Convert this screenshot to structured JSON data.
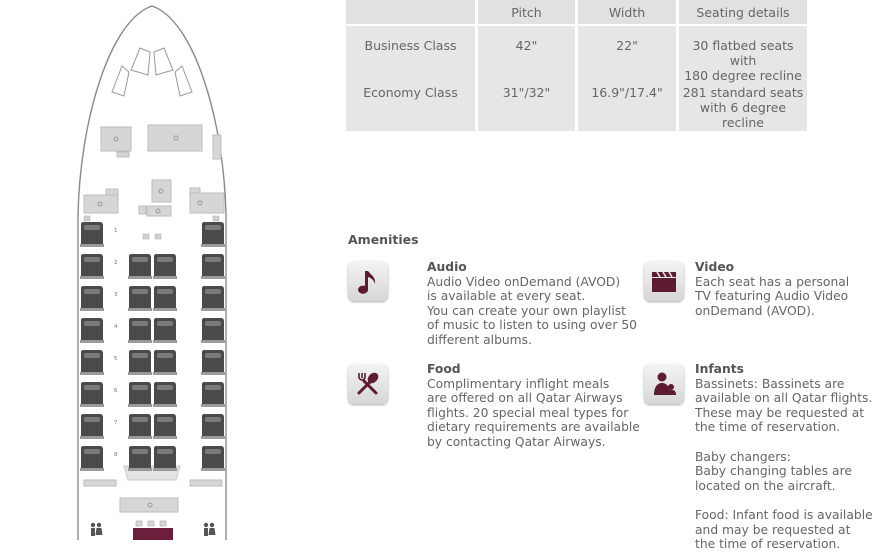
{
  "table": {
    "headers": [
      "",
      "Pitch",
      "Width",
      "Seating details"
    ],
    "rows": [
      {
        "class": "Business Class",
        "pitch": "42\"",
        "width": "22\"",
        "details": [
          "30 flatbed seats with",
          "180 degree recline"
        ]
      },
      {
        "class": "Economy Class",
        "pitch": "31\"/32\"",
        "width": "16.9\"/17.4\"",
        "details": [
          "281 standard seats",
          "with 6 degree recline"
        ]
      }
    ]
  },
  "seat_map": {
    "row_numbers": [
      "1",
      "2",
      "3",
      "4",
      "5",
      "6",
      "7",
      "8"
    ]
  },
  "amenities": {
    "title": "Amenities",
    "audio": {
      "icon": "music-note-icon",
      "title": "Audio",
      "lines": [
        "Audio Video onDemand (AVOD)",
        "is available at every seat.",
        "You can create your own playlist",
        "of music to listen to using over 50",
        "different albums."
      ]
    },
    "video": {
      "icon": "clapperboard-icon",
      "title": "Video",
      "lines": [
        "Each seat has a personal",
        "TV featuring Audio Video",
        "onDemand (AVOD)."
      ]
    },
    "food": {
      "icon": "spoon-fork-icon",
      "title": "Food",
      "lines": [
        "Complimentary inflight meals",
        "are offered on all Qatar Airways",
        "flights. 20 special meal types for",
        "dietary requirements are available",
        "by contacting Qatar Airways."
      ]
    },
    "infants": {
      "icon": "mother-baby-icon",
      "title": "Infants",
      "para1": [
        "Bassinets: Bassinets are",
        "available on all Qatar flights.",
        "These may be requested at",
        "the time of reservation."
      ],
      "para2": [
        "Baby changers:",
        "Baby changing tables are",
        "located on the aircraft."
      ],
      "para3": [
        "Food: Infant food is available",
        "and may be requested at",
        "the time of reservation."
      ]
    }
  },
  "colors": {
    "accent": "#5c1a33",
    "table_bg": "#e6e6e6",
    "seat": "#4a4a4a"
  }
}
